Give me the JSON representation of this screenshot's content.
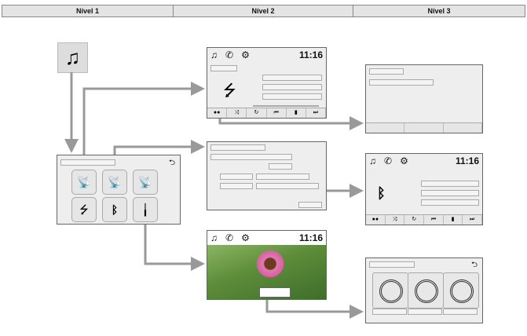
{
  "header": {
    "levels": [
      "Nível 1",
      "Nível 2",
      "Nível 3"
    ]
  },
  "status": {
    "time": "11:16"
  },
  "colors": {
    "arrow": "#999999",
    "header_bg": "#e4e4e4"
  }
}
